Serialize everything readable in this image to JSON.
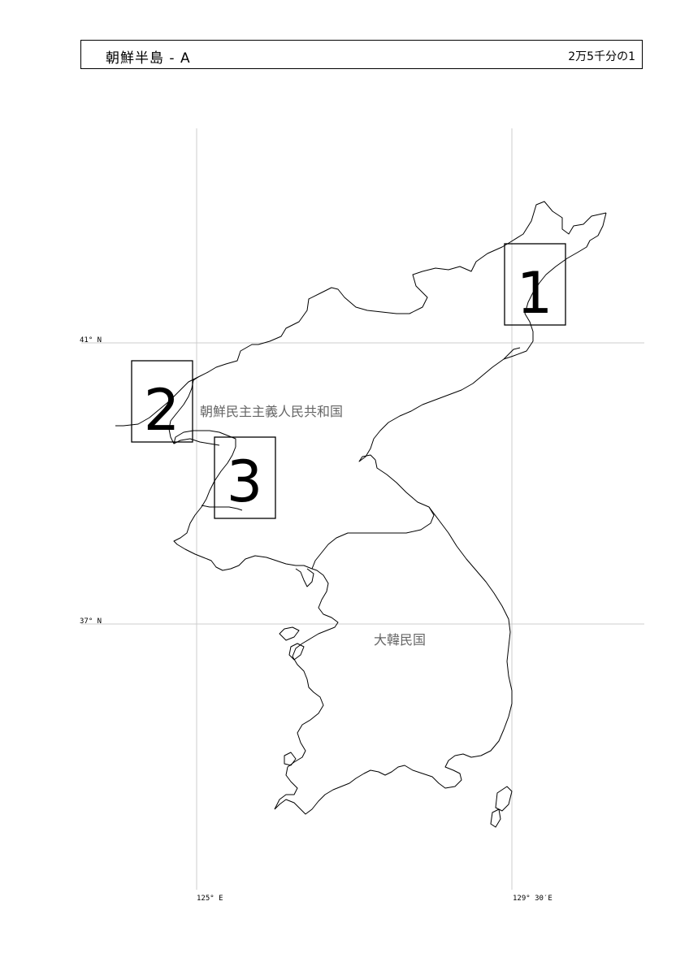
{
  "header": {
    "title": "朝鮮半島 - A",
    "scale": "2万5千分の1"
  },
  "coordinates": {
    "lat_north": "41° N",
    "lat_south": "37° N",
    "lon_west": "125° E",
    "lon_east": "129° 30′E"
  },
  "regions": {
    "north": "朝鮮民主主義人民共和国",
    "south": "大韓民国"
  },
  "sheets": [
    {
      "number": "1"
    },
    {
      "number": "2"
    },
    {
      "number": "3"
    }
  ],
  "colors": {
    "grid": "#cccccc",
    "coast": "#000000",
    "region_label": "#666666"
  }
}
